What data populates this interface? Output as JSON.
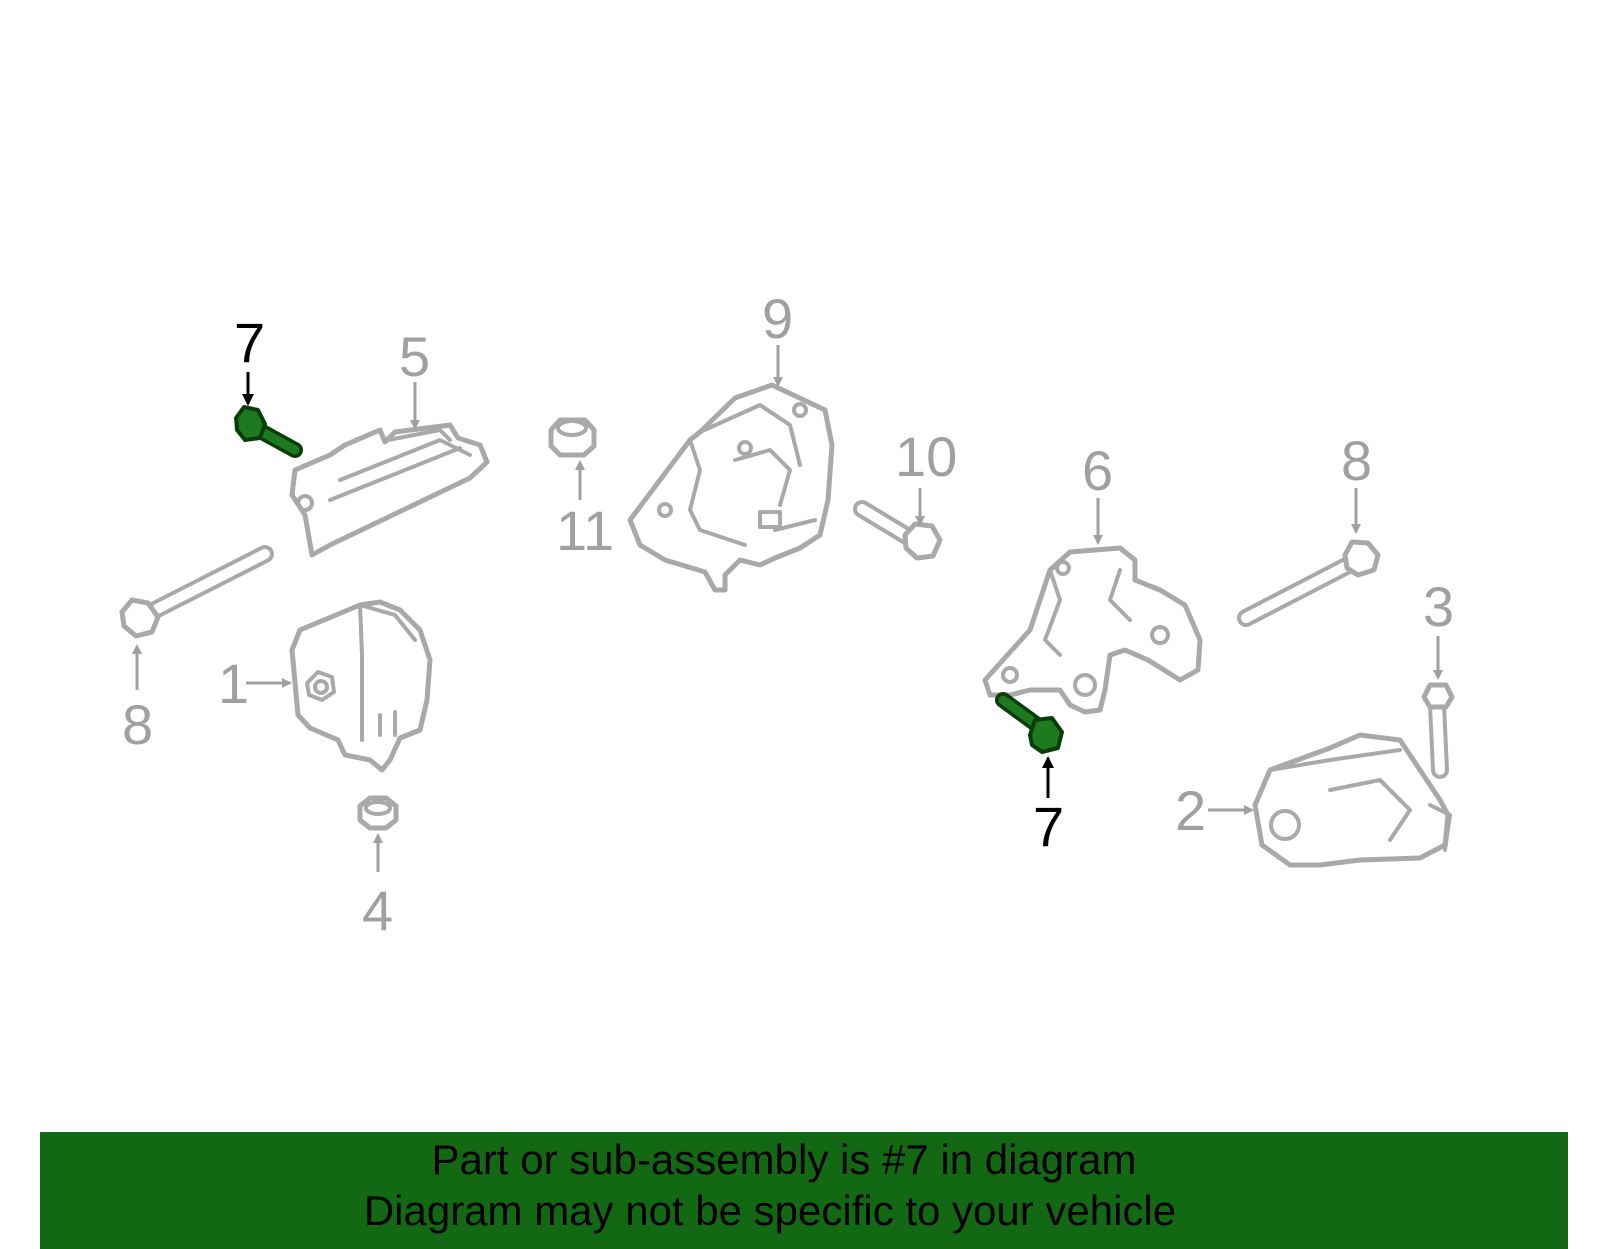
{
  "diagram": {
    "highlight_color": "#1e7a1e",
    "part_color": "#a9a9a9",
    "callouts": [
      {
        "id": "c1",
        "label": "1"
      },
      {
        "id": "c2",
        "label": "2"
      },
      {
        "id": "c3",
        "label": "3"
      },
      {
        "id": "c4",
        "label": "4"
      },
      {
        "id": "c5",
        "label": "5"
      },
      {
        "id": "c6",
        "label": "6"
      },
      {
        "id": "c7a",
        "label": "7",
        "highlighted": true
      },
      {
        "id": "c7b",
        "label": "7",
        "highlighted": true
      },
      {
        "id": "c8a",
        "label": "8"
      },
      {
        "id": "c8b",
        "label": "8"
      },
      {
        "id": "c9",
        "label": "9"
      },
      {
        "id": "c10",
        "label": "10"
      },
      {
        "id": "c11",
        "label": "11"
      }
    ]
  },
  "banner": {
    "background": "#136913",
    "line1": "Part or sub-assembly is #7 in diagram",
    "line2": "Diagram may not be specific to your vehicle"
  }
}
